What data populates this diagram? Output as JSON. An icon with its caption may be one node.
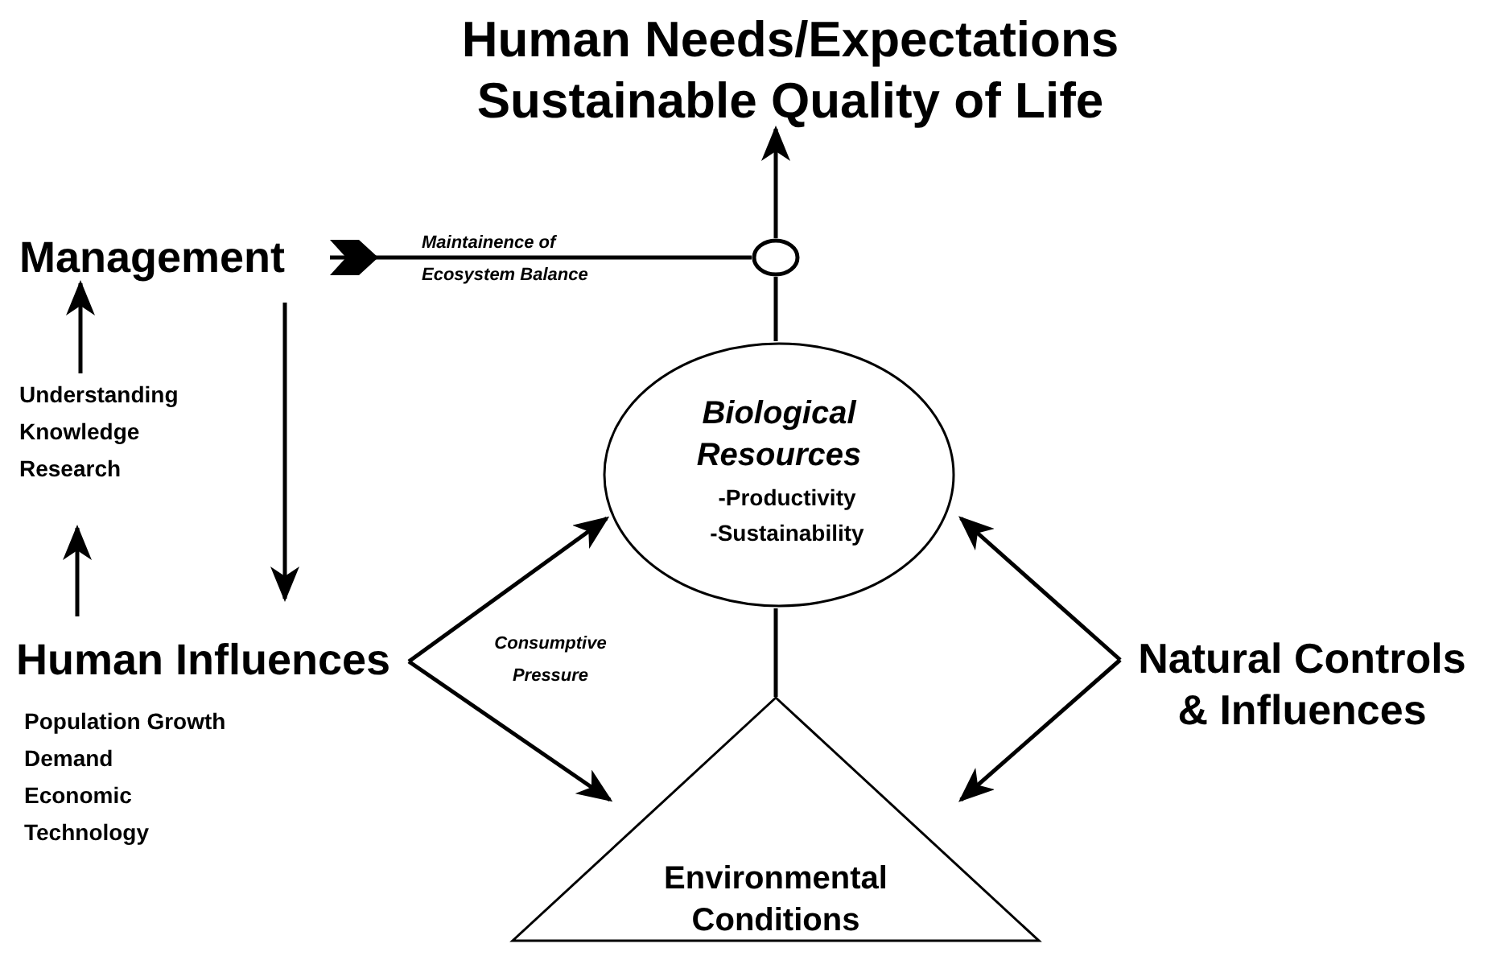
{
  "diagram": {
    "nodes": [
      {
        "text": [
          "Human Needs/Expectations Sustainable Quality of Life"
        ]
      },
      {
        "text": [
          "Management"
        ]
      },
      {
        "text": [],
        "shape": "circle"
      },
      {
        "text": [
          "Biological Resources",
          "-Productivity",
          "-Sustainability"
        ]
      },
      {
        "text": [
          "Understanding Knowledge Research"
        ]
      },
      {
        "text": [
          "Human Influences",
          "Population Growth",
          "Demand",
          "Economic",
          "Technology"
        ]
      },
      {
        "text": [
          "Natural Controls & Influences"
        ]
      },
      {
        "text": [
          "Environmental Conditions"
        ]
      }
    ],
    "edges": [
      {
        "from": 2,
        "to": 1,
        "arrow": "other",
        "label": "Maintainence of Ecosystem Balance"
      },
      {
        "from": 2,
        "to": 0,
        "arrow": "to"
      },
      {
        "from": 3,
        "to": 2,
        "arrow": "none"
      },
      {
        "from": 1,
        "to": 5,
        "arrow": "to"
      },
      {
        "from": 5,
        "to": 4,
        "arrow": "to"
      },
      {
        "from": 4,
        "to": 1,
        "arrow": "to"
      },
      {
        "from": 5,
        "to": 3,
        "arrow": "to",
        "label": "Consumptive Pressure"
      },
      {
        "from": 5,
        "to": 7,
        "arrow": "to"
      },
      {
        "from": 6,
        "to": 3,
        "arrow": "to"
      },
      {
        "from": 6,
        "to": 7,
        "arrow": "to"
      },
      {
        "from": 3,
        "to": 7,
        "arrow": "none"
      }
    ]
  }
}
